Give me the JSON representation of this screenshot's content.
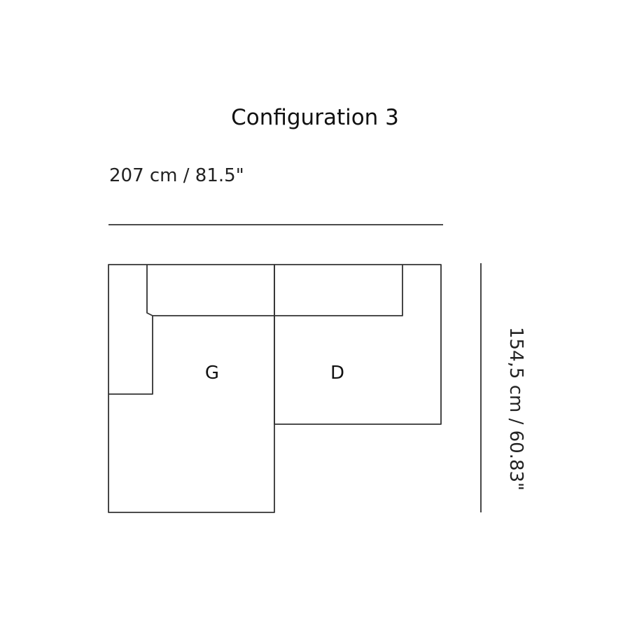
{
  "title": "Configuration 3",
  "width_label": "207 cm / 81.5\"",
  "height_label": "154,5 cm / 60.83\"",
  "modules": [
    {
      "label": "G"
    },
    {
      "label": "D"
    }
  ],
  "colors": {
    "line": "#333333",
    "text": "#111111"
  }
}
